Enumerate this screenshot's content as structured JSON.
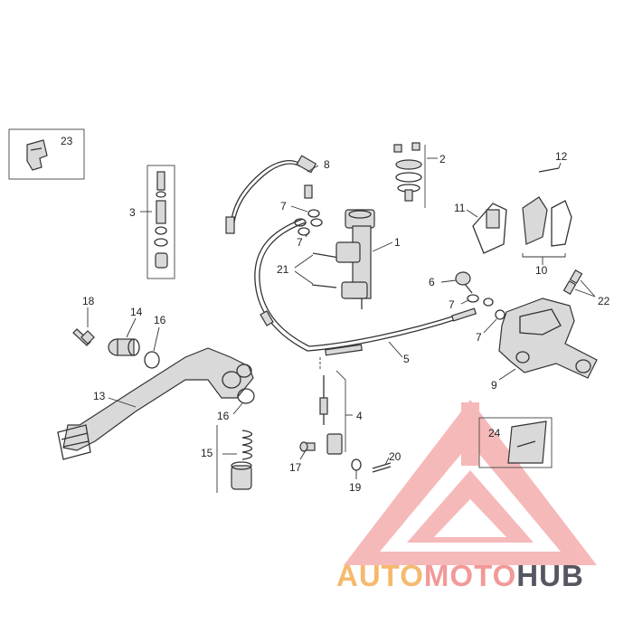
{
  "diagram": {
    "callouts": [
      "1",
      "2",
      "3",
      "4",
      "5",
      "6",
      "7",
      "7",
      "7",
      "7",
      "8",
      "9",
      "10",
      "11",
      "12",
      "13",
      "14",
      "15",
      "16",
      "16",
      "17",
      "18",
      "19",
      "20",
      "21",
      "22",
      "23",
      "24"
    ]
  },
  "watermark": {
    "brand_part1": "AUTO",
    "brand_part2": "MOTO",
    "brand_part3": "HUB",
    "colors": {
      "orange": "#f3a84a",
      "pink": "#f08080",
      "dark": "#2d2d3a"
    }
  }
}
